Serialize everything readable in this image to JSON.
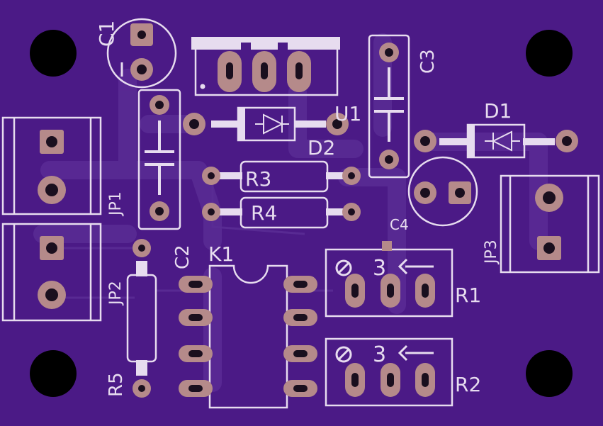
{
  "board": {
    "substrate_color": "#4B1A86",
    "trace_color": "#5A2C95",
    "silk_color": "#E7DCEF",
    "pad_color": "#B58A8A",
    "hole_color": "#1A0F1E",
    "mounting_hole_color": "#000000"
  },
  "labels": {
    "c1": "C1",
    "c2": "C2",
    "c3": "C3",
    "c4": "C4",
    "u1": "U1",
    "d1": "D1",
    "d2": "D2",
    "r1": "R1",
    "r2": "R2",
    "r3": "R3",
    "r4": "R4",
    "r5": "R5",
    "k1": "K1",
    "jp1": "JP1",
    "jp2": "JP2",
    "jp3": "JP3",
    "trim_r1": "3",
    "trim_r2": "3"
  }
}
